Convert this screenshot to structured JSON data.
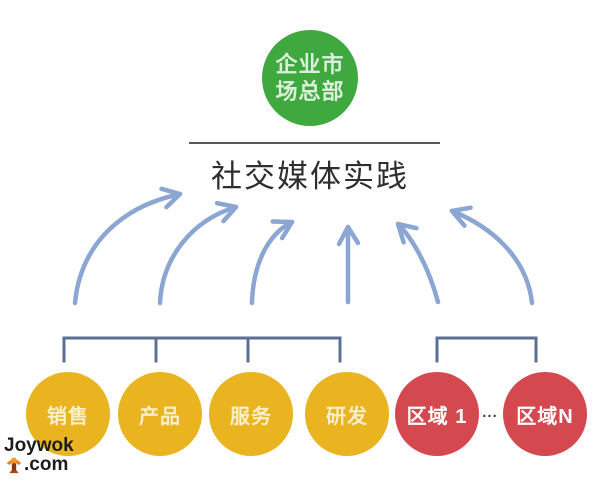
{
  "diagram": {
    "headquarters": {
      "label": "企业市场总部",
      "color": "#3fa83f"
    },
    "practice": {
      "label": "社交媒体实践"
    },
    "departments": [
      {
        "label": "销售"
      },
      {
        "label": "产品"
      },
      {
        "label": "服务"
      },
      {
        "label": "研发"
      }
    ],
    "department_color": "#e9b41f",
    "regions": [
      {
        "label": "区域 1"
      },
      {
        "label": "区域N"
      }
    ],
    "region_color": "#d4494f",
    "ellipsis": "...",
    "arrow_color": "#8ba6d2",
    "bracket_color": "#5d7093",
    "divider_color": "#585858"
  },
  "watermark": {
    "brand": "Joywok",
    "domain_suffix": ".com"
  }
}
